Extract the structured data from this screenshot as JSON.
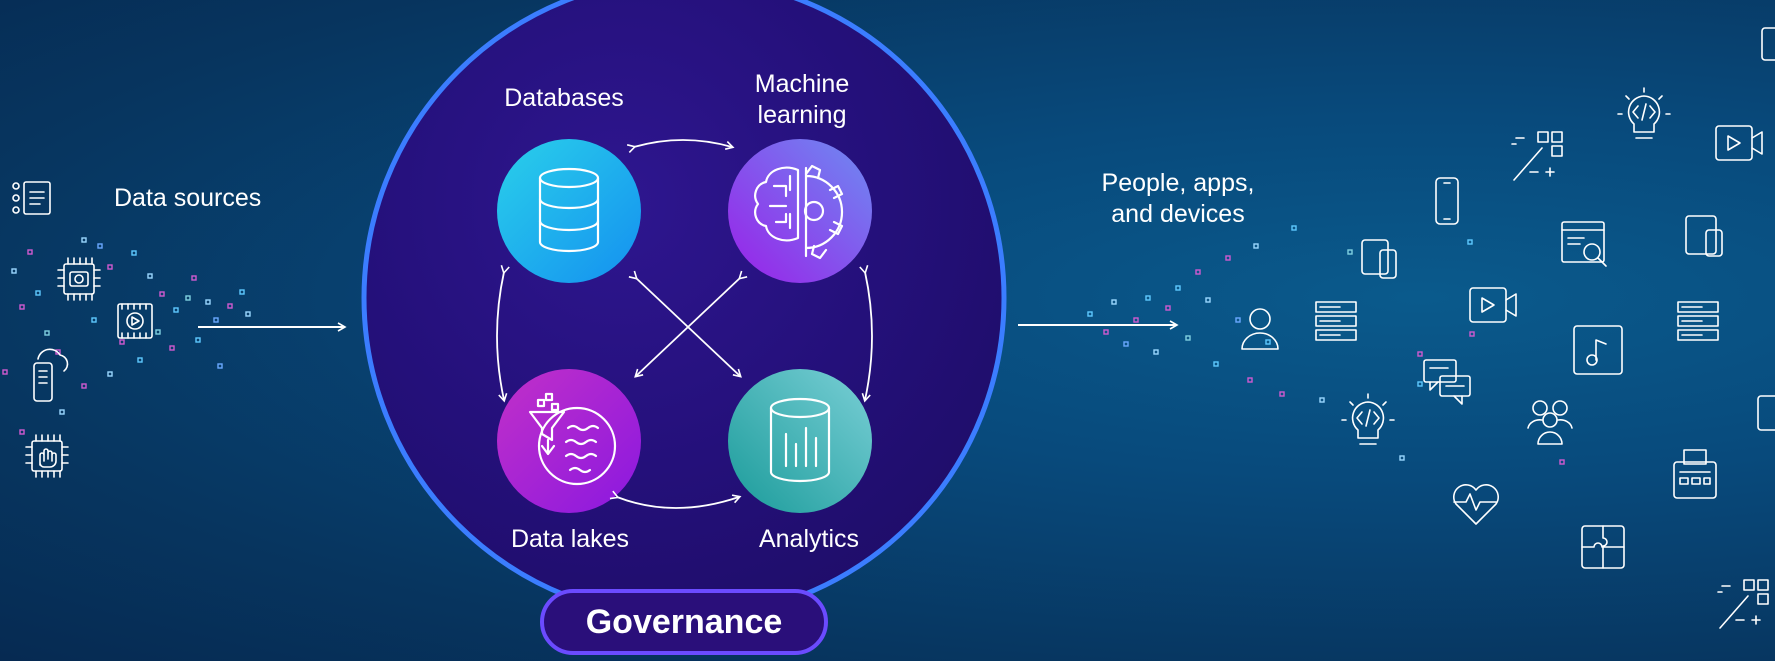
{
  "diagram": {
    "data_sources_label": "Data sources",
    "nodes": {
      "databases": "Databases",
      "machine_learning": "Machine learning",
      "data_lakes": "Data lakes",
      "analytics": "Analytics"
    },
    "governance_label": "Governance",
    "people_label": "People, apps, and devices"
  },
  "icons": [
    "flowchart-doc-icon",
    "chip-camera-icon",
    "video-frame-icon",
    "phone-cloud-icon",
    "chip-hand-icon",
    "database-icon",
    "brain-gear-icon",
    "data-lake-funnel-icon",
    "analytics-cylinder-icon",
    "user-icon",
    "server-list-icon",
    "tablet-phone-icon",
    "mobile-phone-icon",
    "lightbulb-code-icon",
    "chat-bubbles-icon",
    "video-play-icon",
    "web-search-icon",
    "music-note-icon",
    "group-users-icon",
    "heart-pulse-icon",
    "puzzle-icon",
    "magic-wand-grid-icon",
    "devices-icon",
    "fax-machine-icon"
  ],
  "colors": {
    "background": "#074a7c",
    "hub_fill": "#2a0f7a",
    "hub_ring": "#3b7dff",
    "governance_border": "#6b4bff",
    "databases_circle": "#1aa8e8",
    "ml_circle": "#8b3cf0",
    "data_lakes_circle": "#b02ad6",
    "analytics_circle": "#3db8a8"
  }
}
